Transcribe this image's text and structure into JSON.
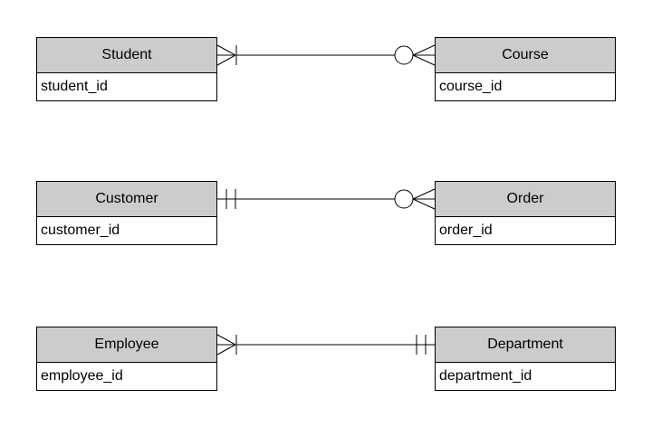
{
  "diagram": {
    "type": "entity-relationship-diagram",
    "notation": "crows-foot",
    "colors": {
      "background": "#ffffff",
      "entity_header_fill": "#cccccc",
      "entity_body_fill": "#ffffff",
      "border": "#000000",
      "text": "#000000"
    },
    "entities": [
      {
        "name": "Student",
        "attributes": [
          "student_id"
        ]
      },
      {
        "name": "Course",
        "attributes": [
          "course_id"
        ]
      },
      {
        "name": "Customer",
        "attributes": [
          "customer_id"
        ]
      },
      {
        "name": "Order",
        "attributes": [
          "order_id"
        ]
      },
      {
        "name": "Employee",
        "attributes": [
          "employee_id"
        ]
      },
      {
        "name": "Department",
        "attributes": [
          "department_id"
        ]
      }
    ],
    "relationships": [
      {
        "from": "Student",
        "to": "Course",
        "from_marker": "one-or-many",
        "to_marker": "zero-or-many"
      },
      {
        "from": "Customer",
        "to": "Order",
        "from_marker": "exactly-one",
        "to_marker": "zero-or-many"
      },
      {
        "from": "Employee",
        "to": "Department",
        "from_marker": "one-or-many",
        "to_marker": "exactly-one"
      }
    ]
  }
}
